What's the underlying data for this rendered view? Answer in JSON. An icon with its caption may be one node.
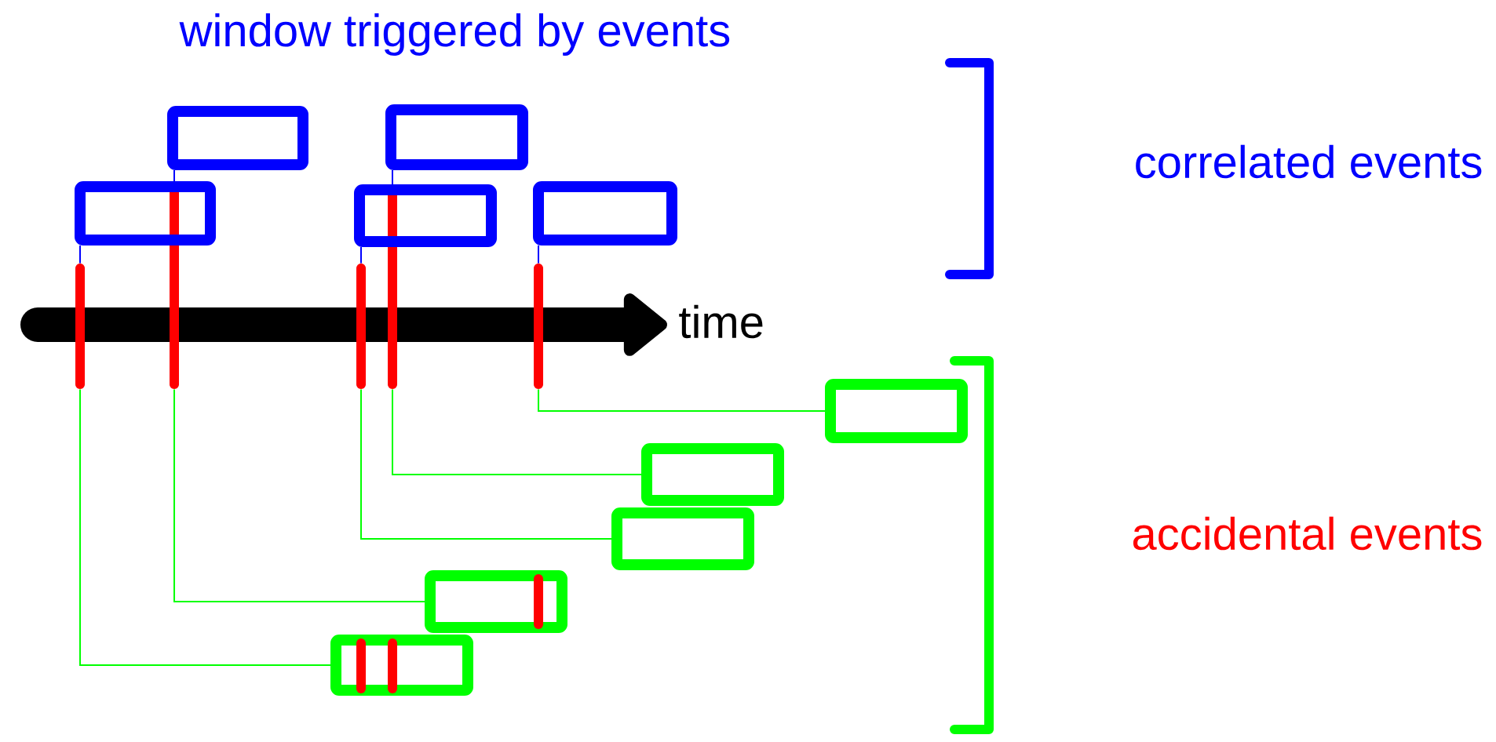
{
  "diagram": {
    "nodes": [
      {
        "text": [],
        "shape": "bar"
      },
      {
        "text": [],
        "shape": "bar"
      },
      {
        "text": [],
        "shape": "bar"
      },
      {
        "text": [],
        "shape": "bar"
      },
      {
        "text": [],
        "shape": "bar"
      },
      {
        "text": [],
        "shape": "box"
      },
      {
        "text": [],
        "shape": "box"
      },
      {
        "text": [],
        "shape": "box"
      },
      {
        "text": [],
        "shape": "box"
      },
      {
        "text": [],
        "shape": "box"
      },
      {
        "text": [],
        "shape": "box"
      },
      {
        "text": [],
        "shape": "box"
      },
      {
        "text": [],
        "shape": "box"
      },
      {
        "text": [],
        "shape": "box"
      },
      {
        "text": [],
        "shape": "box"
      }
    ],
    "edges": [
      {
        "from": 0,
        "to": 5,
        "arrow": "none",
        "color": "#0000ff"
      },
      {
        "from": 1,
        "to": 6,
        "arrow": "none",
        "color": "#0000ff"
      },
      {
        "from": 2,
        "to": 7,
        "arrow": "none",
        "color": "#0000ff"
      },
      {
        "from": 3,
        "to": 8,
        "arrow": "none",
        "color": "#0000ff"
      },
      {
        "from": 4,
        "to": 9,
        "arrow": "none",
        "color": "#0000ff"
      },
      {
        "from": 0,
        "to": 14,
        "arrow": "none",
        "color": "#00ff00"
      },
      {
        "from": 1,
        "to": 13,
        "arrow": "none",
        "color": "#00ff00"
      },
      {
        "from": 2,
        "to": 12,
        "arrow": "none",
        "color": "#00ff00"
      },
      {
        "from": 3,
        "to": 11,
        "arrow": "none",
        "color": "#00ff00"
      },
      {
        "from": 4,
        "to": 10,
        "arrow": "none",
        "color": "#00ff00"
      }
    ],
    "labels": [
      "window triggered by events",
      "time",
      "correlated events",
      "accidental events"
    ]
  }
}
